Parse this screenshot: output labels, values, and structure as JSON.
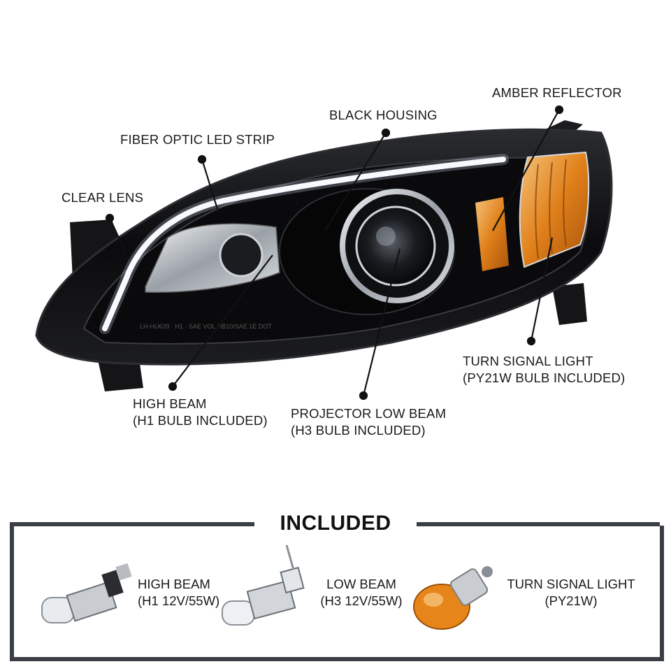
{
  "callouts": {
    "clear_lens": "CLEAR LENS",
    "fiber_optic": "FIBER OPTIC LED STRIP",
    "black_housing": "BLACK HOUSING",
    "amber_reflector": "AMBER REFLECTOR",
    "turn_signal_l1": "TURN SIGNAL LIGHT",
    "turn_signal_l2": "(PY21W BULB INCLUDED)",
    "high_beam_l1": "HIGH BEAM",
    "high_beam_l2": "(H1 BULB INCLUDED)",
    "low_beam_l1": "PROJECTOR LOW BEAM",
    "low_beam_l2": "(H3 BULB INCLUDED)"
  },
  "included": {
    "title": "INCLUDED",
    "items": [
      {
        "l1": "HIGH BEAM",
        "l2": "(H1 12V/55W)"
      },
      {
        "l1": "LOW BEAM",
        "l2": "(H3 12V/55W)"
      },
      {
        "l1": "TURN SIGNAL LIGHT",
        "l2": "(PY21W)"
      }
    ]
  },
  "colors": {
    "housing": "#0d0d0f",
    "amber": "#e08a1c",
    "led": "#ffffff",
    "frame": "#3a3f45"
  }
}
